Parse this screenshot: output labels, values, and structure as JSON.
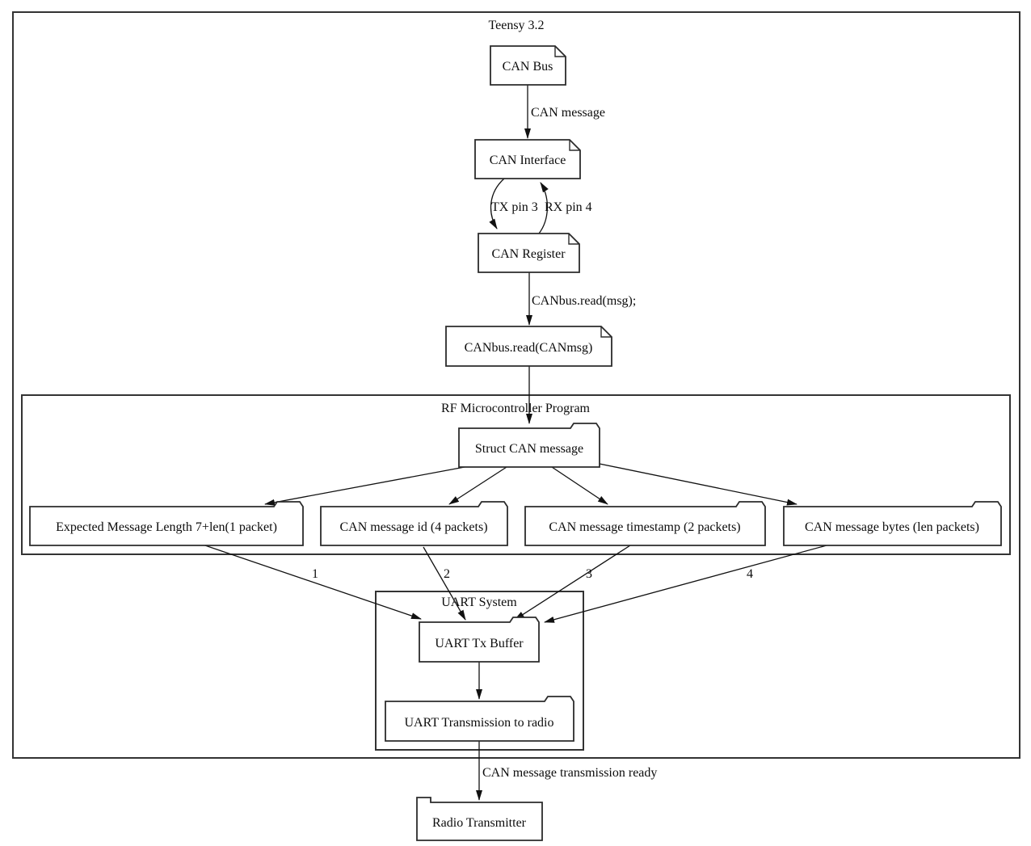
{
  "diagram": {
    "clusters": {
      "teensy": {
        "title": "Teensy 3.2"
      },
      "rf": {
        "title": "RF Microcontroller Program"
      },
      "uart": {
        "title": "UART System"
      }
    },
    "nodes": {
      "can_bus": {
        "label": "CAN Bus"
      },
      "can_interface": {
        "label": "CAN Interface"
      },
      "can_register": {
        "label": "CAN Register"
      },
      "canbus_read": {
        "label": "CANbus.read(CANmsg)"
      },
      "struct_can": {
        "label": "Struct CAN message"
      },
      "expected_len": {
        "label": "Expected Message Length 7+len(1 packet)"
      },
      "msg_id": {
        "label": "CAN message id (4 packets)"
      },
      "msg_timestamp": {
        "label": "CAN message timestamp (2 packets)"
      },
      "msg_bytes": {
        "label": "CAN message bytes (len packets)"
      },
      "uart_tx_buffer": {
        "label": "UART Tx Buffer"
      },
      "uart_transmission": {
        "label": "UART Transmission to radio"
      },
      "radio_transmitter": {
        "label": "Radio Transmitter"
      }
    },
    "edges": {
      "can_message": {
        "label": "CAN message"
      },
      "tx_pin": {
        "label": "TX pin 3"
      },
      "rx_pin": {
        "label": "RX pin 4"
      },
      "canbus_read_msg": {
        "label": "CANbus.read(msg);"
      },
      "pkt1": {
        "label": "1"
      },
      "pkt2": {
        "label": "2"
      },
      "pkt3": {
        "label": "3"
      },
      "pkt4": {
        "label": "4"
      },
      "transmission_ready": {
        "label": "CAN message transmission ready"
      }
    },
    "colors": {
      "stroke": "#2b2b2b",
      "background": "#ffffff"
    }
  }
}
